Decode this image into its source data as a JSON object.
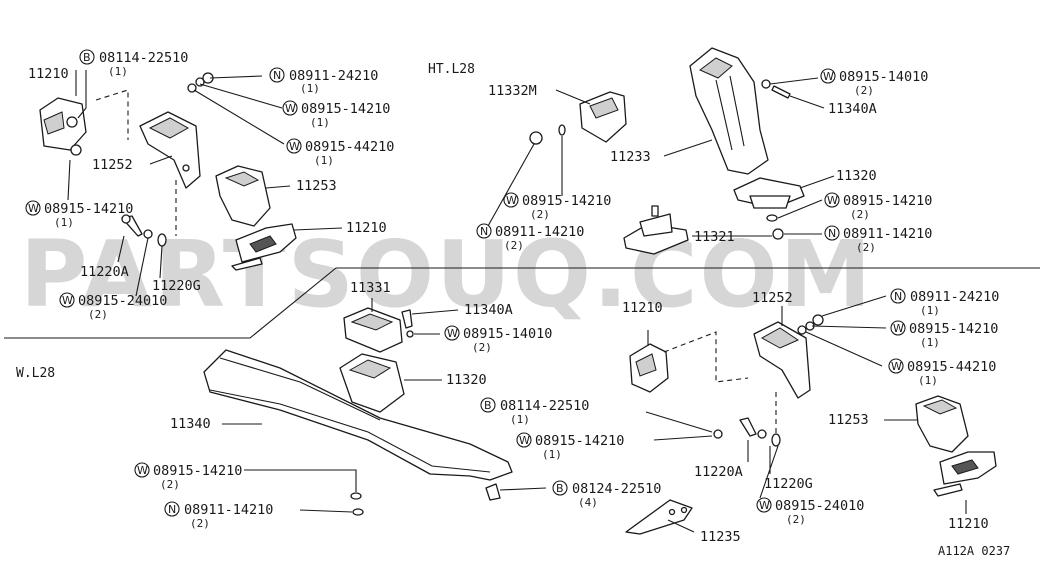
{
  "watermark": "PARTSOUQ.COM",
  "sections": {
    "ht": "HT.L28",
    "w": "W.L28"
  },
  "figure_ref": "A112A 0237",
  "callouts": {
    "c1": {
      "code": "",
      "pn": "11210",
      "qty": ""
    },
    "c2": {
      "code": "B",
      "pn": "08114-22510",
      "qty": "(1)"
    },
    "c3": {
      "code": "N",
      "pn": "08911-24210",
      "qty": "(1)"
    },
    "c4": {
      "code": "W",
      "pn": "08915-14210",
      "qty": "(1)"
    },
    "c5": {
      "code": "W",
      "pn": "08915-44210",
      "qty": "(1)"
    },
    "c6": {
      "code": "",
      "pn": "11252",
      "qty": ""
    },
    "c7": {
      "code": "",
      "pn": "11253",
      "qty": ""
    },
    "c8": {
      "code": "W",
      "pn": "08915-14210",
      "qty": "(1)"
    },
    "c9": {
      "code": "",
      "pn": "11210",
      "qty": ""
    },
    "c10": {
      "code": "",
      "pn": "11220A",
      "qty": ""
    },
    "c11": {
      "code": "",
      "pn": "11220G",
      "qty": ""
    },
    "c12": {
      "code": "W",
      "pn": "08915-24010",
      "qty": "(2)"
    },
    "c13": {
      "code": "",
      "pn": "11332M",
      "qty": ""
    },
    "c14": {
      "code": "W",
      "pn": "08915-14210",
      "qty": "(2)"
    },
    "c15": {
      "code": "N",
      "pn": "08911-14210",
      "qty": "(2)"
    },
    "c16": {
      "code": "W",
      "pn": "08915-14010",
      "qty": "(2)"
    },
    "c17": {
      "code": "",
      "pn": "11340A",
      "qty": ""
    },
    "c18": {
      "code": "",
      "pn": "11233",
      "qty": ""
    },
    "c19": {
      "code": "",
      "pn": "11320",
      "qty": ""
    },
    "c20": {
      "code": "W",
      "pn": "08915-14210",
      "qty": "(2)"
    },
    "c21": {
      "code": "",
      "pn": "11321",
      "qty": ""
    },
    "c22": {
      "code": "N",
      "pn": "08911-14210",
      "qty": "(2)"
    },
    "c23": {
      "code": "",
      "pn": "11331",
      "qty": ""
    },
    "c24": {
      "code": "",
      "pn": "11340A",
      "qty": ""
    },
    "c25": {
      "code": "W",
      "pn": "08915-14010",
      "qty": "(2)"
    },
    "c26": {
      "code": "",
      "pn": "11320",
      "qty": ""
    },
    "c27": {
      "code": "",
      "pn": "11340",
      "qty": ""
    },
    "c28": {
      "code": "W",
      "pn": "08915-14210",
      "qty": "(2)"
    },
    "c29": {
      "code": "N",
      "pn": "08911-14210",
      "qty": "(2)"
    },
    "c30": {
      "code": "B",
      "pn": "08124-22510",
      "qty": "(4)"
    },
    "c31": {
      "code": "B",
      "pn": "08114-22510",
      "qty": "(1)"
    },
    "c32": {
      "code": "W",
      "pn": "08915-14210",
      "qty": "(1)"
    },
    "c33": {
      "code": "",
      "pn": "11210",
      "qty": ""
    },
    "c34": {
      "code": "",
      "pn": "11252",
      "qty": ""
    },
    "c35": {
      "code": "N",
      "pn": "08911-24210",
      "qty": "(1)"
    },
    "c36": {
      "code": "W",
      "pn": "08915-14210",
      "qty": "(1)"
    },
    "c37": {
      "code": "W",
      "pn": "08915-44210",
      "qty": "(1)"
    },
    "c38": {
      "code": "",
      "pn": "11253",
      "qty": ""
    },
    "c39": {
      "code": "",
      "pn": "11220A",
      "qty": ""
    },
    "c40": {
      "code": "",
      "pn": "11220G",
      "qty": ""
    },
    "c41": {
      "code": "W",
      "pn": "08915-24010",
      "qty": "(2)"
    },
    "c42": {
      "code": "",
      "pn": "11235",
      "qty": ""
    },
    "c43": {
      "code": "",
      "pn": "11210",
      "qty": ""
    }
  }
}
